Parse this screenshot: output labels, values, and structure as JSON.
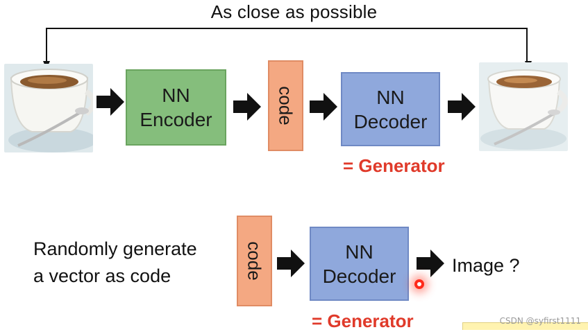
{
  "top": {
    "title": "As close as possible",
    "encoder_label_line1": "NN",
    "encoder_label_line2": "Encoder",
    "code_label": "code",
    "decoder_label_line1": "NN",
    "decoder_label_line2": "Decoder",
    "generator_label": "= Generator"
  },
  "bottom": {
    "caption_line1": "Randomly generate",
    "caption_line2": "a vector as code",
    "code_label": "code",
    "decoder_label_line1": "NN",
    "decoder_label_line2": "Decoder",
    "output_label": "Image ?",
    "generator_label": "= Generator"
  },
  "watermark": "CSDN @syfirst1111",
  "colors": {
    "encoder_fill": "#85be7c",
    "decoder_fill": "#8fa8dc",
    "code_fill": "#f4a882",
    "generator_text": "#e03a2a"
  },
  "icons": {
    "arrow": "black-block-arrow-right",
    "input_image": "coffee-cup-photo",
    "output_image": "coffee-cup-reconstructed-photo"
  }
}
